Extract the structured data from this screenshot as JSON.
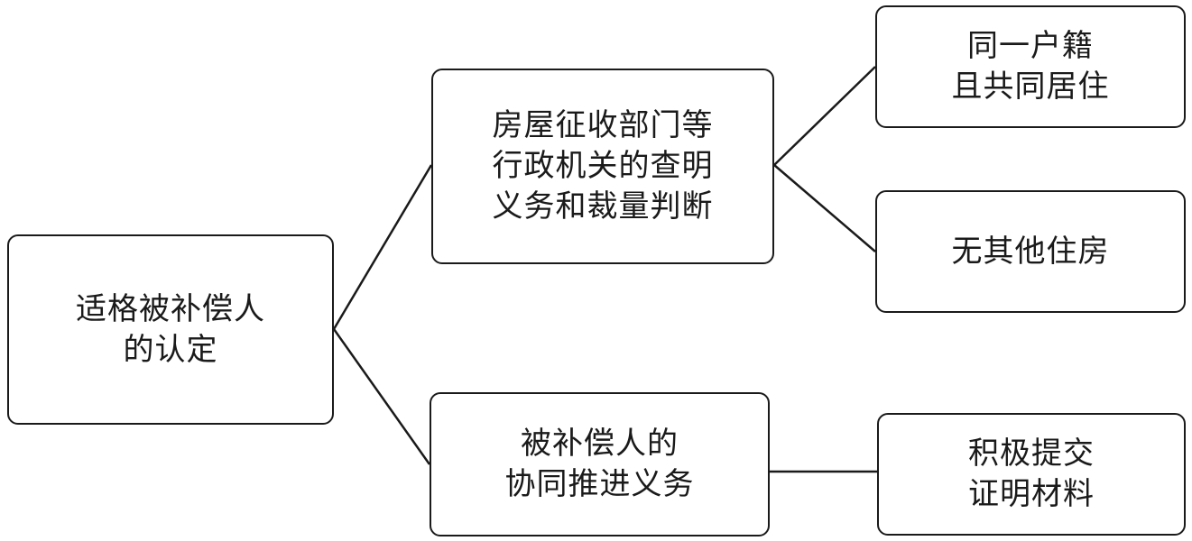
{
  "nodes": {
    "root": {
      "lines": [
        "适格被补偿人",
        "的认定"
      ]
    },
    "admin_duty": {
      "lines": [
        "房屋征收部门等",
        "行政机关的查明",
        "义务和裁量判断"
      ]
    },
    "cooperate_duty": {
      "lines": [
        "被补偿人的",
        "协同推进义务"
      ]
    },
    "same_household": {
      "lines": [
        "同一户籍",
        "且共同居住"
      ]
    },
    "no_other_housing": {
      "lines": [
        "无其他住房"
      ]
    },
    "submit_materials": {
      "lines": [
        "积极提交",
        "证明材料"
      ]
    }
  },
  "style": {
    "line_color": "#1a1a1a",
    "border_color": "#1a1a1a",
    "background": "#ffffff"
  }
}
